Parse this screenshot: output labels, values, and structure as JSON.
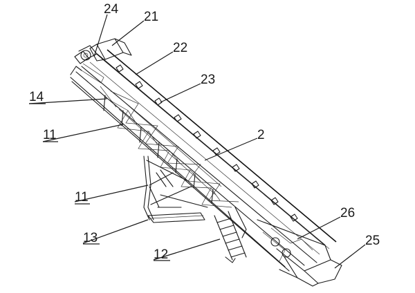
{
  "labels": {
    "l24": "24",
    "l21": "21",
    "l22": "22",
    "l23": "23",
    "l14": "14",
    "l11a": "11",
    "l2": "2",
    "l11b": "11",
    "l26": "26",
    "l13": "13",
    "l25": "25",
    "l12": "12"
  }
}
